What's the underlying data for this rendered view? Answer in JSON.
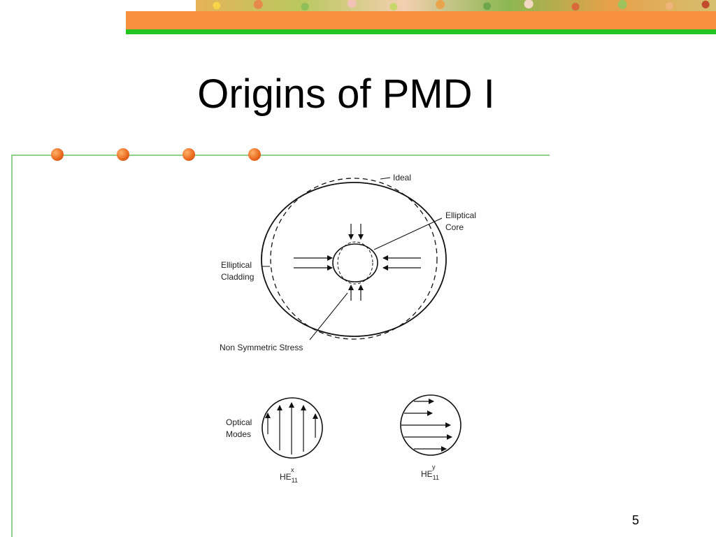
{
  "slide": {
    "title": "Origins of PMD I",
    "page_number": "5"
  },
  "diagram": {
    "ideal_label": "Ideal",
    "elliptical_core_label": [
      "Elliptical",
      "Core"
    ],
    "elliptical_cladding_label": [
      "Elliptical",
      "Cladding"
    ],
    "stress_label": "Non Symmetric Stress",
    "optical_modes_label": [
      "Optical",
      "Modes"
    ],
    "mode_x_label": {
      "base": "HE",
      "sub": "11",
      "sup": "x"
    },
    "mode_y_label": {
      "base": "HE",
      "sub": "11",
      "sup": "y"
    }
  },
  "colors": {
    "banner_orange": "#f7913d",
    "banner_green": "#22c41f",
    "frame_line": "#8fd18a",
    "bullet": "#e8671b"
  }
}
